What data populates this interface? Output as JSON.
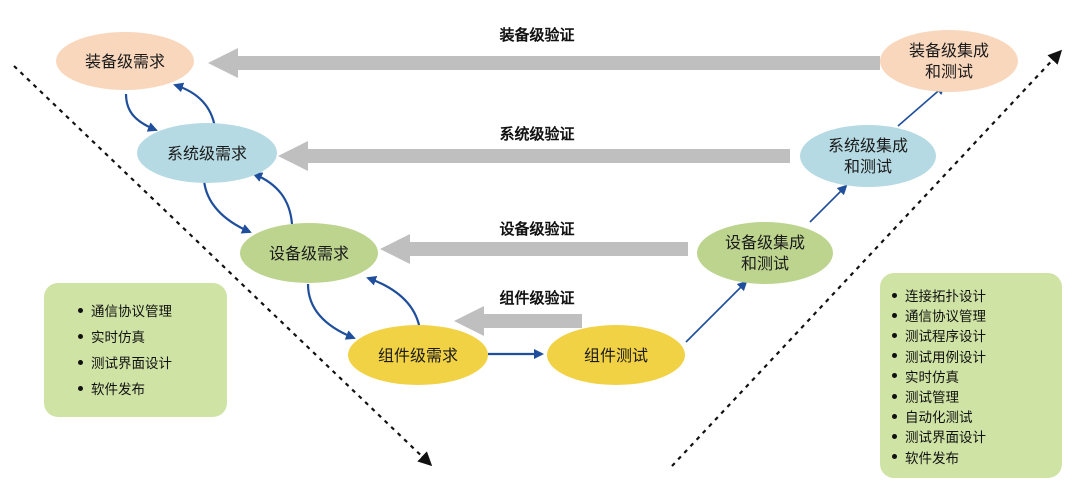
{
  "requirements": {
    "equipment": "装备级需求",
    "system": "系统级需求",
    "device": "设备级需求",
    "component": "组件级需求"
  },
  "integration": {
    "equipment": "装备级集成\n和测试",
    "system": "系统级集成\n和测试",
    "device": "设备级集成\n和测试",
    "component_test": "组件测试"
  },
  "verification": {
    "equipment": "装备级验证",
    "system": "系统级验证",
    "device": "设备级验证",
    "component": "组件级验证"
  },
  "left_box": {
    "items": [
      "通信协议管理",
      "实时仿真",
      "测试界面设计",
      "软件发布"
    ]
  },
  "right_box": {
    "items": [
      "连接拓扑设计",
      "通信协议管理",
      "测试程序设计",
      "测试用例设计",
      "实时仿真",
      "测试管理",
      "自动化测试",
      "测试界面设计",
      "软件发布"
    ]
  },
  "colors": {
    "equipment": "#f9d7bd",
    "system": "#b6dae3",
    "device": "#bdd48f",
    "component": "#f2d245",
    "feature_box": "#cfe3a5",
    "flow_arrow": "#1f4e9c",
    "verification_arrow": "#bfbfbf"
  }
}
